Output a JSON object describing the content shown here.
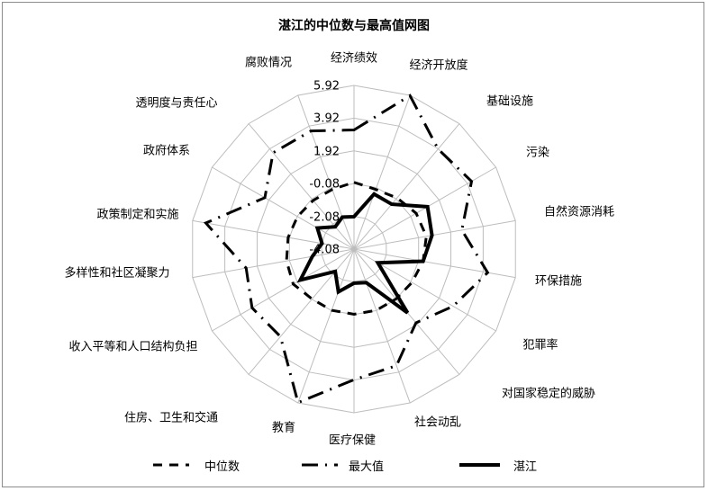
{
  "chart_data": {
    "type": "radar",
    "title": "湛江的中位数与最高值网图",
    "categories": [
      "经济绩效",
      "经济开放度",
      "基础设施",
      "污染",
      "自然资源消耗",
      "环保措施",
      "犯罪率",
      "对国家稳定的威胁",
      "社会动乱",
      "医疗保健",
      "教育",
      "住房、卫生和交通",
      "收入平等和人口结构负担",
      "多样性和社区凝聚力",
      "政策制定和实施",
      "政府体系",
      "透明度与责任心",
      "腐败情况"
    ],
    "ticks": [
      "-4.08",
      "-2.08",
      "-0.08",
      "1.92",
      "3.92",
      "5.92"
    ],
    "rlim": [
      -4.08,
      5.92
    ],
    "grid": true,
    "legend_position": "bottom",
    "series": [
      {
        "name": "中位数",
        "style": "dashed",
        "values": [
          0.0,
          -0.2,
          0.0,
          0.3,
          0.4,
          0.2,
          0.0,
          -0.1,
          -0.1,
          -0.1,
          -0.1,
          -0.1,
          0.2,
          0.1,
          0.0,
          -0.1,
          -0.2,
          -0.2
        ]
      },
      {
        "name": "最大值",
        "style": "dash-dot",
        "values": [
          3.2,
          5.9,
          3.9,
          4.2,
          2.6,
          4.2,
          2.9,
          1.8,
          3.5,
          3.9,
          5.9,
          2.9,
          3.1,
          2.6,
          5.1,
          2.2,
          3.6,
          3.6
        ]
      },
      {
        "name": "湛江",
        "style": "solid",
        "values": [
          -2.1,
          -0.5,
          -0.5,
          1.1,
          0.75,
          0.2,
          -2.4,
          1.0,
          -1.9,
          -2.0,
          -1.3,
          -2.3,
          -0.3,
          -1.5,
          -2.1,
          -1.5,
          -2.3,
          -2.0
        ]
      }
    ]
  }
}
